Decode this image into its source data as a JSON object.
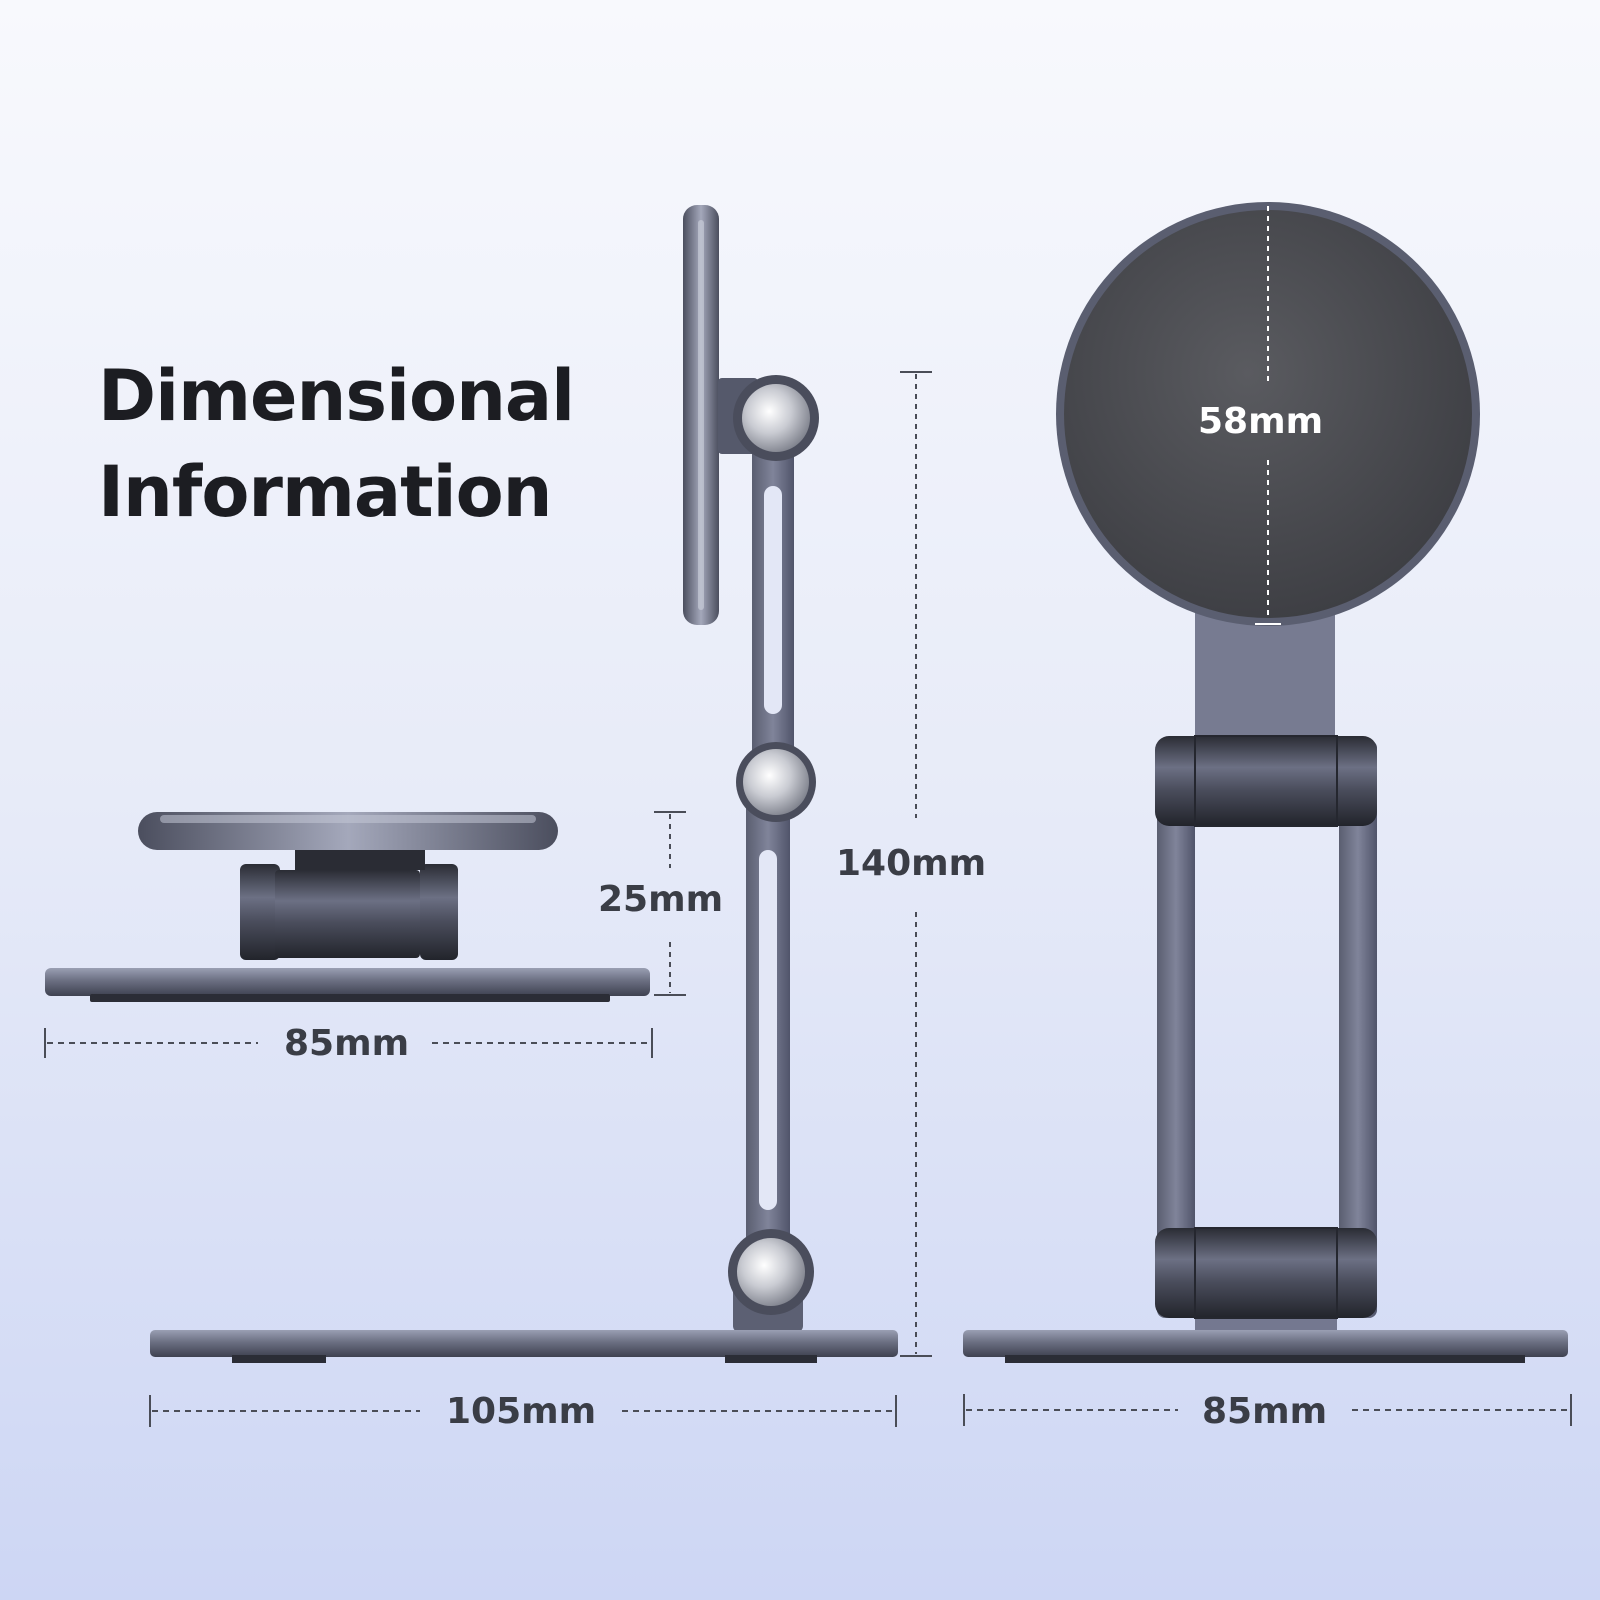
{
  "heading": {
    "line1": "Dimensional",
    "line2": "Information"
  },
  "dimensions": {
    "folded_height": "25mm",
    "folded_width": "85mm",
    "side_height": "140mm",
    "side_depth": "105mm",
    "disc_diameter": "58mm",
    "front_width": "85mm"
  },
  "colors": {
    "background_top": "#f8f9fd",
    "background_bottom": "#cdd6f4",
    "metal": "#6b6f82",
    "metal_dark": "#3c3f4c",
    "disc_face": "#4a4b50",
    "title_text": "#1c1d22",
    "dimension_text": "#3a3d46"
  }
}
